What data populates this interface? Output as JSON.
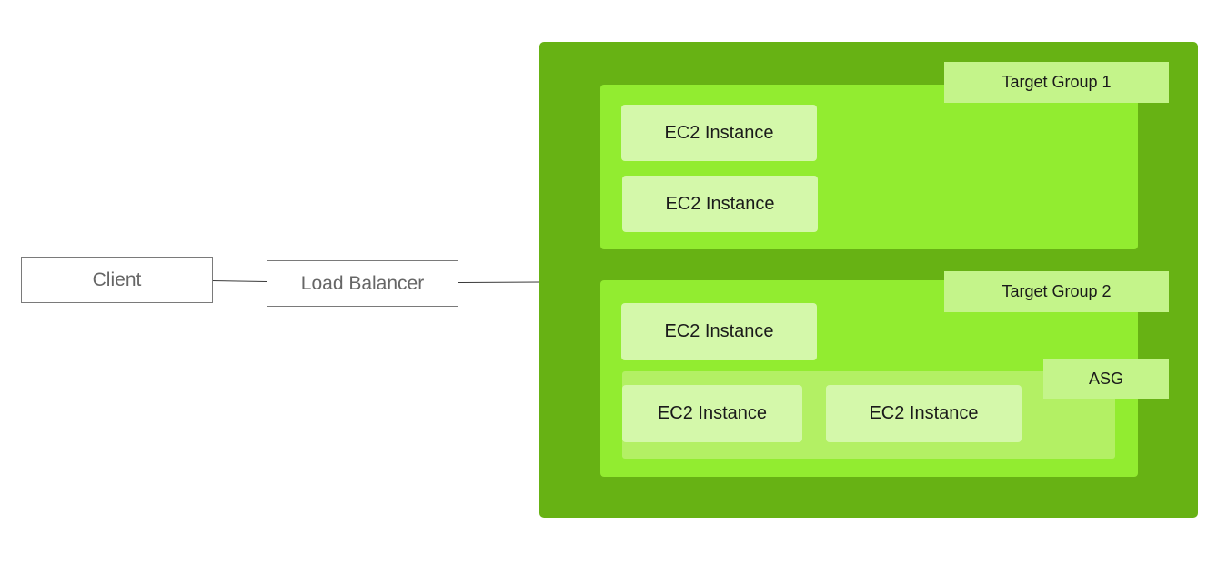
{
  "client": {
    "label": "Client"
  },
  "load_balancer": {
    "label": "Load Balancer"
  },
  "target_group_1": {
    "label": "Target Group 1",
    "instances": [
      "EC2 Instance",
      "EC2 Instance"
    ]
  },
  "target_group_2": {
    "label": "Target Group 2",
    "instances": [
      "EC2 Instance"
    ],
    "asg": {
      "label": "ASG",
      "instances": [
        "EC2 Instance",
        "EC2 Instance"
      ]
    }
  },
  "colors": {
    "outer_container": "#67b214",
    "target_group": "#92ec30",
    "label_box": "#c4f48a",
    "instance": "#d4f8aa",
    "asg": "#b3f064"
  }
}
